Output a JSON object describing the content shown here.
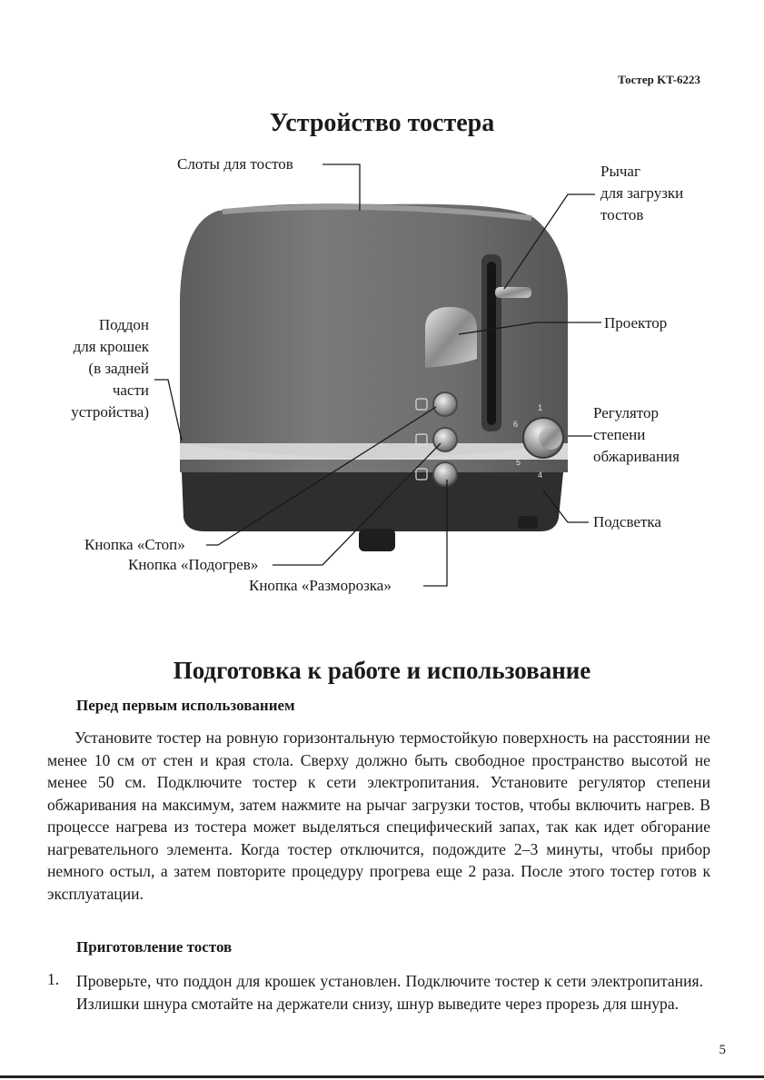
{
  "header": {
    "model": "Тостер KT-6223"
  },
  "diagram": {
    "title": "Устройство тостера",
    "labels": {
      "slots": "Слоты для тостов",
      "lever": [
        "Рычаг",
        "для загрузки",
        "тостов"
      ],
      "tray": [
        "Поддон",
        "для крошек",
        "(в задней",
        "части",
        "устройства)"
      ],
      "projector": "Проектор",
      "regulator": [
        "Регулятор",
        "степени",
        "обжаривания"
      ],
      "backlight": "Подсветка",
      "stop": "Кнопка «Стоп»",
      "reheat": "Кнопка «Подогрев»",
      "defrost": "Кнопка «Разморозка»"
    },
    "dial_marks": [
      "1",
      "6",
      "5",
      "4"
    ]
  },
  "section": {
    "title": "Подготовка к работе и использование",
    "before_first_use": {
      "heading": "Перед первым использованием",
      "text": "Установите тостер на ровную горизонтальную термостойкую поверхность на расстоянии не менее 10 см от стен и края стола. Сверху должно быть свободное пространство высотой не менее 50 см. Подключите тостер к сети электропитания. Установите регулятор степени обжаривания на максимум, затем нажмите на рычаг загрузки тостов, чтобы включить нагрев. В процессе нагрева из тостера может выделяться специфический запах, так как идет обгорание нагревательного элемента. Когда тостер отключится, подождите 2–3 минуты, чтобы прибор немного остыл, а затем повторите процедуру прогрева еще 2 раза. После этого тостер готов к эксплуатации."
    },
    "making_toast": {
      "heading": "Приготовление тостов",
      "items": [
        {
          "num": "1.",
          "text": "Проверьте, что поддон для крошек установлен. Подключите тостер к сети электропитания. Излишки шнура смотайте на держатели снизу, шнур выведите через прорезь для шнура."
        }
      ]
    }
  },
  "page_number": "5"
}
